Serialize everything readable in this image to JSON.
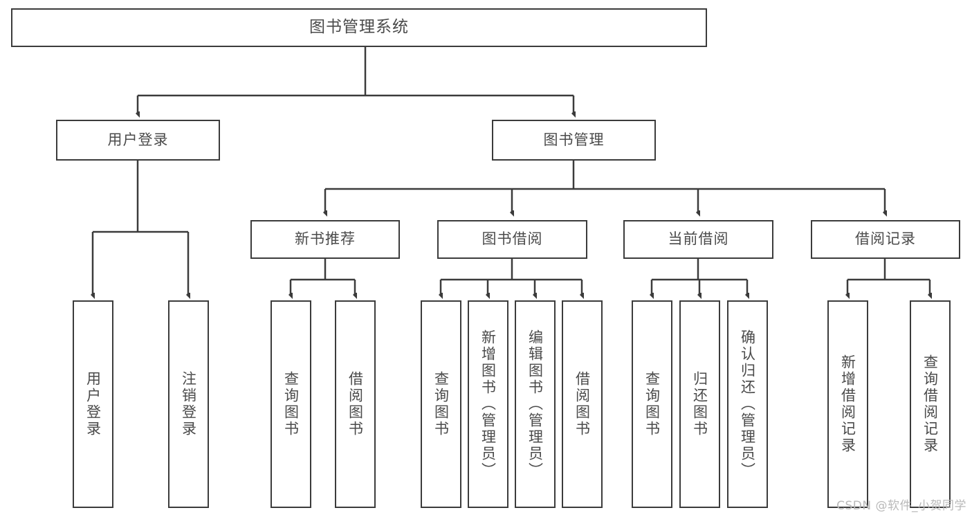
{
  "diagram": {
    "title": "图书管理系统",
    "root": {
      "label": "图书管理系统",
      "name": "root-node"
    },
    "level2": [
      {
        "label": "用户登录",
        "name": "node-user-login"
      },
      {
        "label": "图书管理",
        "name": "node-book-management"
      }
    ],
    "level3": [
      {
        "label": "新书推荐",
        "name": "node-new-book-recommend"
      },
      {
        "label": "图书借阅",
        "name": "node-book-borrow"
      },
      {
        "label": "当前借阅",
        "name": "node-current-borrow"
      },
      {
        "label": "借阅记录",
        "name": "node-borrow-record"
      }
    ],
    "leaves": {
      "user_login": [
        {
          "label": "用户登录",
          "name": "leaf-user-login"
        },
        {
          "label": "注销登录",
          "name": "leaf-user-logout"
        }
      ],
      "new_book_recommend": [
        {
          "label": "查询图书",
          "name": "leaf-query-book-1"
        },
        {
          "label": "借阅图书",
          "name": "leaf-borrow-book-1"
        }
      ],
      "book_borrow": [
        {
          "label": "查询图书",
          "name": "leaf-query-book-2"
        },
        {
          "label": "新增图书（管理员）",
          "name": "leaf-add-book-admin"
        },
        {
          "label": "编辑图书（管理员）",
          "name": "leaf-edit-book-admin"
        },
        {
          "label": "借阅图书",
          "name": "leaf-borrow-book-2"
        }
      ],
      "current_borrow": [
        {
          "label": "查询图书",
          "name": "leaf-query-book-3"
        },
        {
          "label": "归还图书",
          "name": "leaf-return-book"
        },
        {
          "label": "确认归还（管理员）",
          "name": "leaf-confirm-return-admin"
        }
      ],
      "borrow_record": [
        {
          "label": "新增借阅记录",
          "name": "leaf-add-borrow-record"
        },
        {
          "label": "查询借阅记录",
          "name": "leaf-query-borrow-record"
        }
      ]
    },
    "watermark": "CSDN @软件_小贺同学",
    "colors": {
      "line": "#3b3b3b",
      "box_border": "#3b3b3b",
      "text": "#4a4a4a",
      "background": "#ffffff",
      "watermark": "#b9b9b9"
    }
  }
}
